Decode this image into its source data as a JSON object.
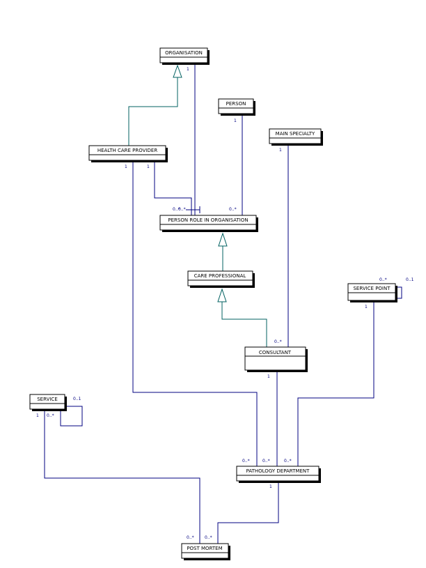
{
  "classes": {
    "organisation": "ORGANISATION",
    "person": "PERSON",
    "health_care_provider": "HEALTH CARE PROVIDER",
    "main_specialty": "MAIN SPECIALTY",
    "person_role": "PERSON ROLE IN ORGANISATION",
    "care_professional": "CARE PROFESSIONAL",
    "service_point": "SERVICE POINT",
    "consultant": "CONSULTANT",
    "service": "SERVICE",
    "pathology_department": "PATHOLOGY DEPARTMENT",
    "post_mortem": "POST MORTEM"
  },
  "multiplicities": {
    "organisation_end": "1",
    "person_end": "1",
    "main_specialty_end": "1",
    "hcp_end_a": "1",
    "hcp_end_b": "1",
    "role_org_end": "0..*",
    "role_hcp_end": "0..*",
    "role_person_end": "0..*",
    "consultant_specialty_end": "0..*",
    "service_point_self_a": "0..*",
    "service_point_self_b": "0..1",
    "service_point_end": "1",
    "consultant_end": "1",
    "service_end": "1",
    "service_self_a": "0..*",
    "service_self_b": "0..1",
    "pathology_hcp_end": "0..*",
    "pathology_consultant_end": "0..*",
    "pathology_sp_end": "0..*",
    "pathology_end": "1",
    "post_mortem_service_end": "0..*",
    "post_mortem_path_end": "0..*"
  }
}
